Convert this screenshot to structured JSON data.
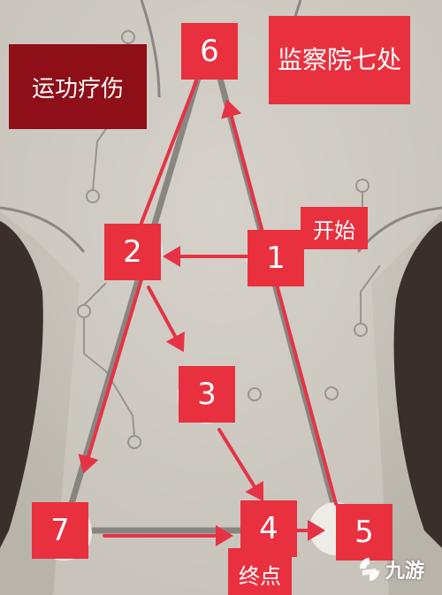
{
  "title": "监察院七处",
  "skill_name": "运功疗伤",
  "start_label": "开始",
  "end_label": "终点",
  "watermark": "九游",
  "sequence": [
    "1",
    "2",
    "3",
    "4",
    "5",
    "6",
    "2",
    "7",
    "4"
  ],
  "nodes": [
    {
      "id": "1",
      "label": "1"
    },
    {
      "id": "2",
      "label": "2"
    },
    {
      "id": "3",
      "label": "3"
    },
    {
      "id": "4",
      "label": "4"
    },
    {
      "id": "5",
      "label": "5"
    },
    {
      "id": "6",
      "label": "6"
    },
    {
      "id": "7",
      "label": "7"
    }
  ],
  "colors": {
    "node_fill": "#e8303f",
    "arrow": "#e53345",
    "skill_box": "#8e0f17",
    "background": "#c9c4bb",
    "guide_line": "#7d7a76"
  }
}
